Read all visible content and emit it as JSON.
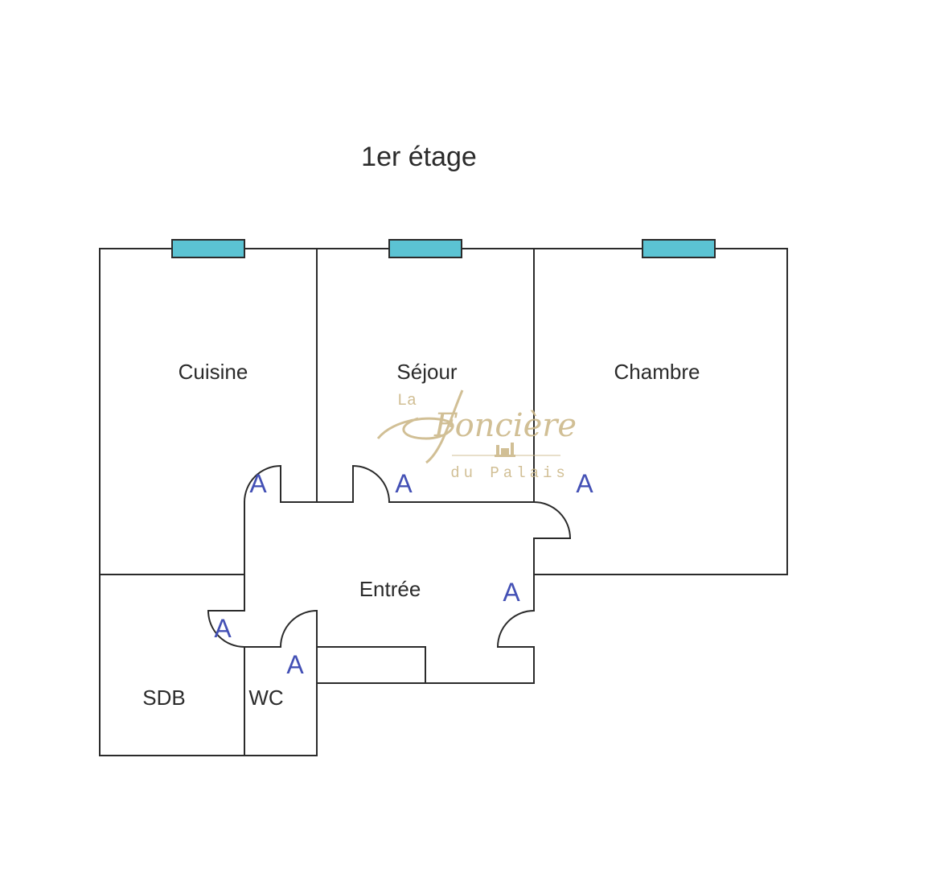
{
  "title": "1er étage",
  "rooms": {
    "cuisine": "Cuisine",
    "sejour": "Séjour",
    "chambre": "Chambre",
    "entree": "Entrée",
    "sdb": "SDB",
    "wc": "WC"
  },
  "door_marker": "A",
  "watermark": {
    "la": "La",
    "brand": "Foncière",
    "sub": "du Palais"
  },
  "colors": {
    "window": "#5bc3d3",
    "marker": "#4350b5",
    "watermark": "#cdb98a"
  }
}
